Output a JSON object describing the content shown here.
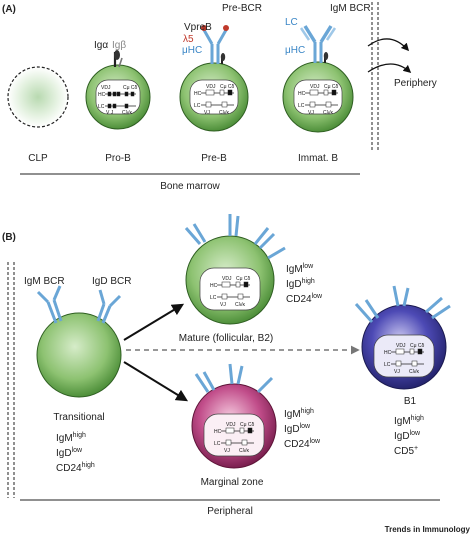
{
  "panel_a": {
    "tag": "(A)",
    "stages": [
      {
        "name": "CLP"
      },
      {
        "name": "Pro-B",
        "receptor_labels": [
          "Igα",
          "Igβ"
        ]
      },
      {
        "name": "Pre-B",
        "receptor_labels": [
          "VpreB",
          "λ5",
          "μHC",
          "Pre-BCR"
        ]
      },
      {
        "name": "Immat. B",
        "receptor_labels": [
          "LC",
          "μHC",
          "IgM BCR"
        ]
      }
    ],
    "periphery_label": "Periphery",
    "section_label": "Bone marrow"
  },
  "panel_b": {
    "tag": "(B)",
    "receptor_labels": {
      "igm": "IgM BCR",
      "igd": "IgD BCR"
    },
    "cells": [
      {
        "name": "Transitional",
        "markers": [
          {
            "base": "IgM",
            "level": "high"
          },
          {
            "base": "IgD",
            "level": "low"
          },
          {
            "base": "CD24",
            "level": "high"
          }
        ]
      },
      {
        "name": "Mature (follicular, B2)",
        "markers": [
          {
            "base": "IgM",
            "level": "low"
          },
          {
            "base": "IgD",
            "level": "high"
          },
          {
            "base": "CD24",
            "level": "low"
          }
        ]
      },
      {
        "name": "Marginal zone",
        "markers": [
          {
            "base": "IgM",
            "level": "high"
          },
          {
            "base": "IgD",
            "level": "low"
          },
          {
            "base": "CD24",
            "level": "low"
          }
        ]
      },
      {
        "name": "B1",
        "markers": [
          {
            "base": "IgM",
            "level": "high"
          },
          {
            "base": "IgD",
            "level": "low"
          },
          {
            "base": "CD5",
            "level": "+"
          }
        ]
      }
    ],
    "section_label": "Peripheral"
  },
  "gene_labels": {
    "hc": "HC",
    "lc": "LC",
    "vdj": "VDJ",
    "vj": "VJ",
    "v": "V",
    "d": "D",
    "j": "J",
    "cmu": "Cμ",
    "cdelta": "Cδ",
    "clk": "Cλ/κ"
  },
  "footer": {
    "journal": "Trends in Immunology"
  },
  "colors": {
    "clp": "#d9ecd6",
    "green_cell": "#82b868",
    "mz_cell": "#a83a74",
    "b1_cell": "#3b3f9e",
    "receptor_blue": "#6aa6d6",
    "arrow": "#111111"
  }
}
